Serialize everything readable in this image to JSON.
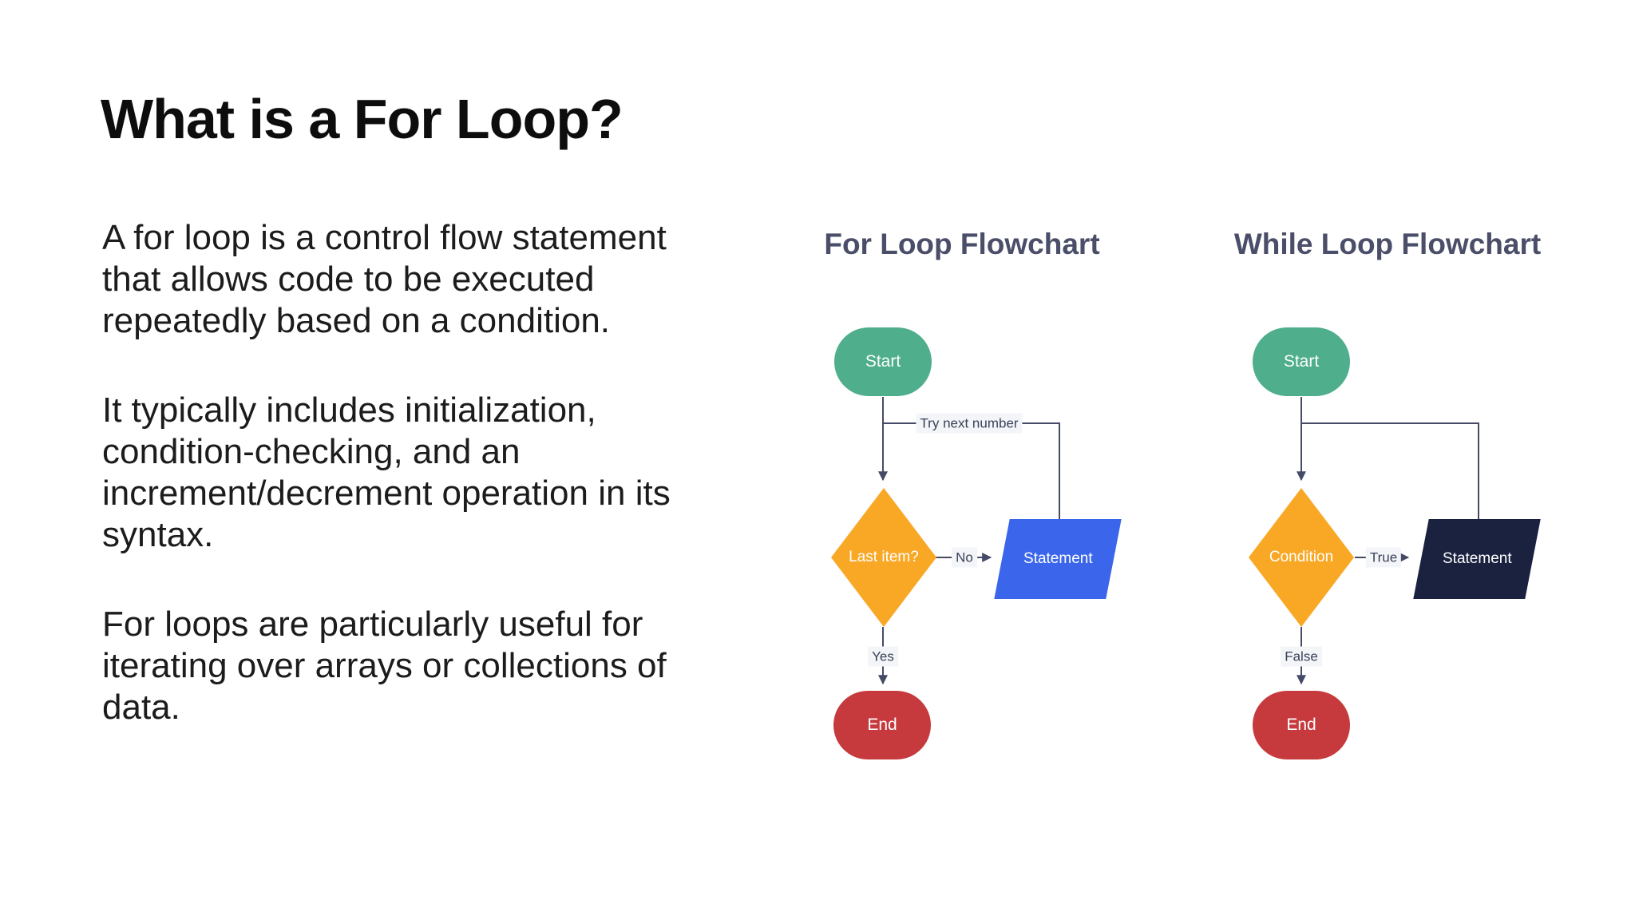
{
  "slide": {
    "title": "What is a For Loop?",
    "paragraphs": [
      {
        "lines": [
          "A for loop is a control flow statement",
          "that allows code to be executed",
          "repeatedly based on a condition."
        ]
      },
      {
        "lines": [
          "It typically includes initialization,",
          "condition-checking, and an",
          "increment/decrement operation in its",
          "syntax."
        ]
      },
      {
        "lines": [
          "For loops are particularly useful for",
          "iterating over arrays or collections of",
          "data."
        ]
      }
    ]
  },
  "for_chart": {
    "title": "For Loop Flowchart",
    "nodes": {
      "start": "Start",
      "decision": "Last item?",
      "statement": "Statement",
      "end": "End"
    },
    "labels": {
      "loop_back": "Try next number",
      "no": "No",
      "yes": "Yes"
    }
  },
  "while_chart": {
    "title": "While Loop Flowchart",
    "nodes": {
      "start": "Start",
      "decision": "Condition",
      "statement": "Statement",
      "end": "End"
    },
    "labels": {
      "true": "True",
      "false": "False"
    }
  },
  "colors": {
    "start_fill": "#4fae8b",
    "decision_fill": "#f9a826",
    "statement_for_fill": "#3b66eb",
    "statement_while_fill": "#1a2240",
    "end_fill": "#c63a3e",
    "connector": "#454b66",
    "chart_title": "#4a4e68",
    "body_text": "#1c1c1c"
  }
}
